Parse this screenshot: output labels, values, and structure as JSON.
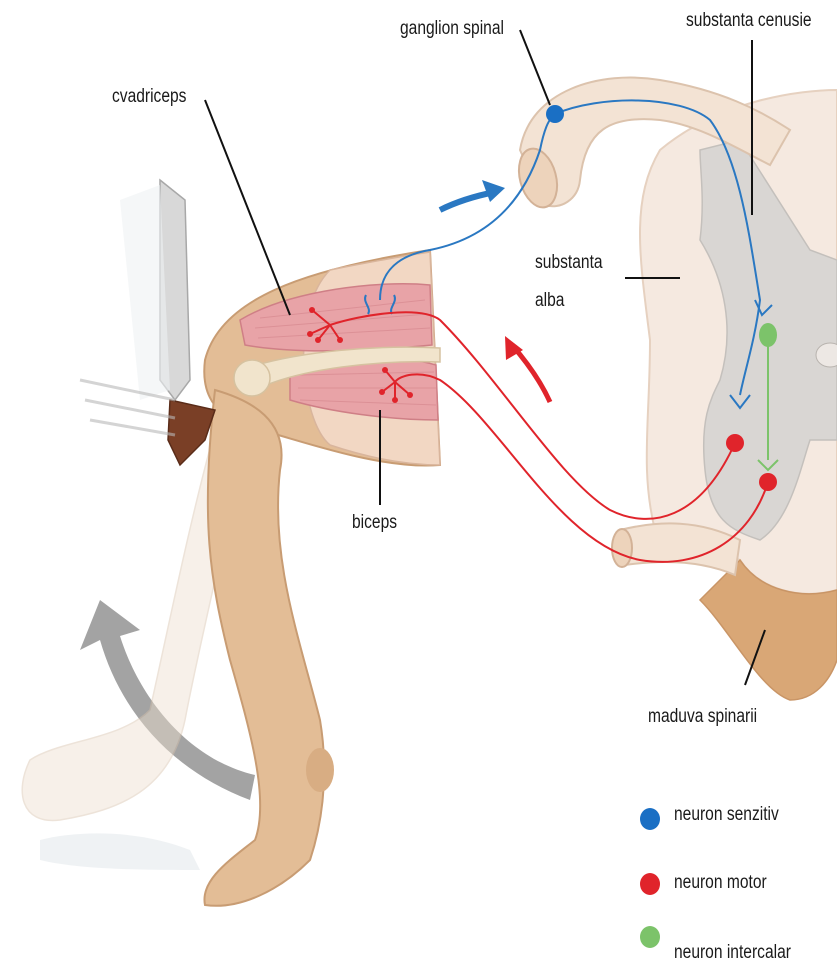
{
  "labels": {
    "ganglion": "ganglion spinal",
    "gray_matter": "substanta cenusie",
    "quadriceps": "cvadriceps",
    "white_matter_line1": "substanta",
    "white_matter_line2": "alba",
    "biceps": "biceps",
    "spinal_cord": "maduva spinarii"
  },
  "legend": {
    "items": [
      {
        "label": "neuron senzitiv",
        "color": "#1a6fc4"
      },
      {
        "label": "neuron motor",
        "color": "#e0242b"
      },
      {
        "label": "neuron intercalar",
        "color": "#7cc36a"
      }
    ]
  },
  "colors": {
    "sensory": "#2a78c2",
    "motor": "#e0242b",
    "interneuron": "#7cc36a",
    "skin": "#e2b98f",
    "gray_matter": "#d9d6d3",
    "arrow_gray": "#a3a3a3"
  }
}
